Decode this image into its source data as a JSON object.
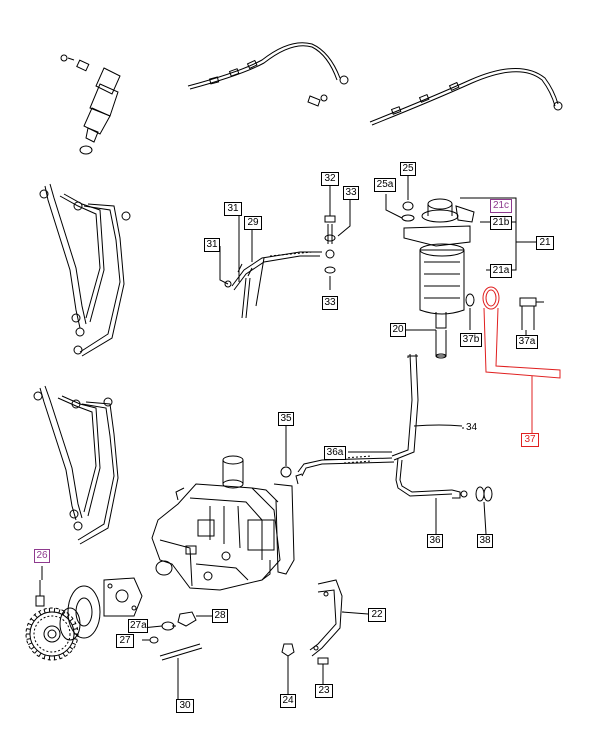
{
  "diagram": {
    "callouts": {
      "c20": "20",
      "c21": "21",
      "c21a": "21a",
      "c21b": "21b",
      "c21c": "21c",
      "c22": "22",
      "c23": "23",
      "c24": "24",
      "c25": "25",
      "c25a": "25a",
      "c26": "26",
      "c27": "27",
      "c27a": "27a",
      "c28": "28",
      "c29": "29",
      "c30": "30",
      "c31a": "31",
      "c31b": "31",
      "c32": "32",
      "c33a": "33",
      "c33b": "33",
      "c34": "34",
      "c35": "35",
      "c36": "36",
      "c36a": "36a",
      "c37": "37",
      "c37a": "37a",
      "c37b": "37b",
      "c38": "38"
    },
    "highlight_colors": {
      "purple": "#8e3a8e",
      "red": "#e02020"
    }
  }
}
